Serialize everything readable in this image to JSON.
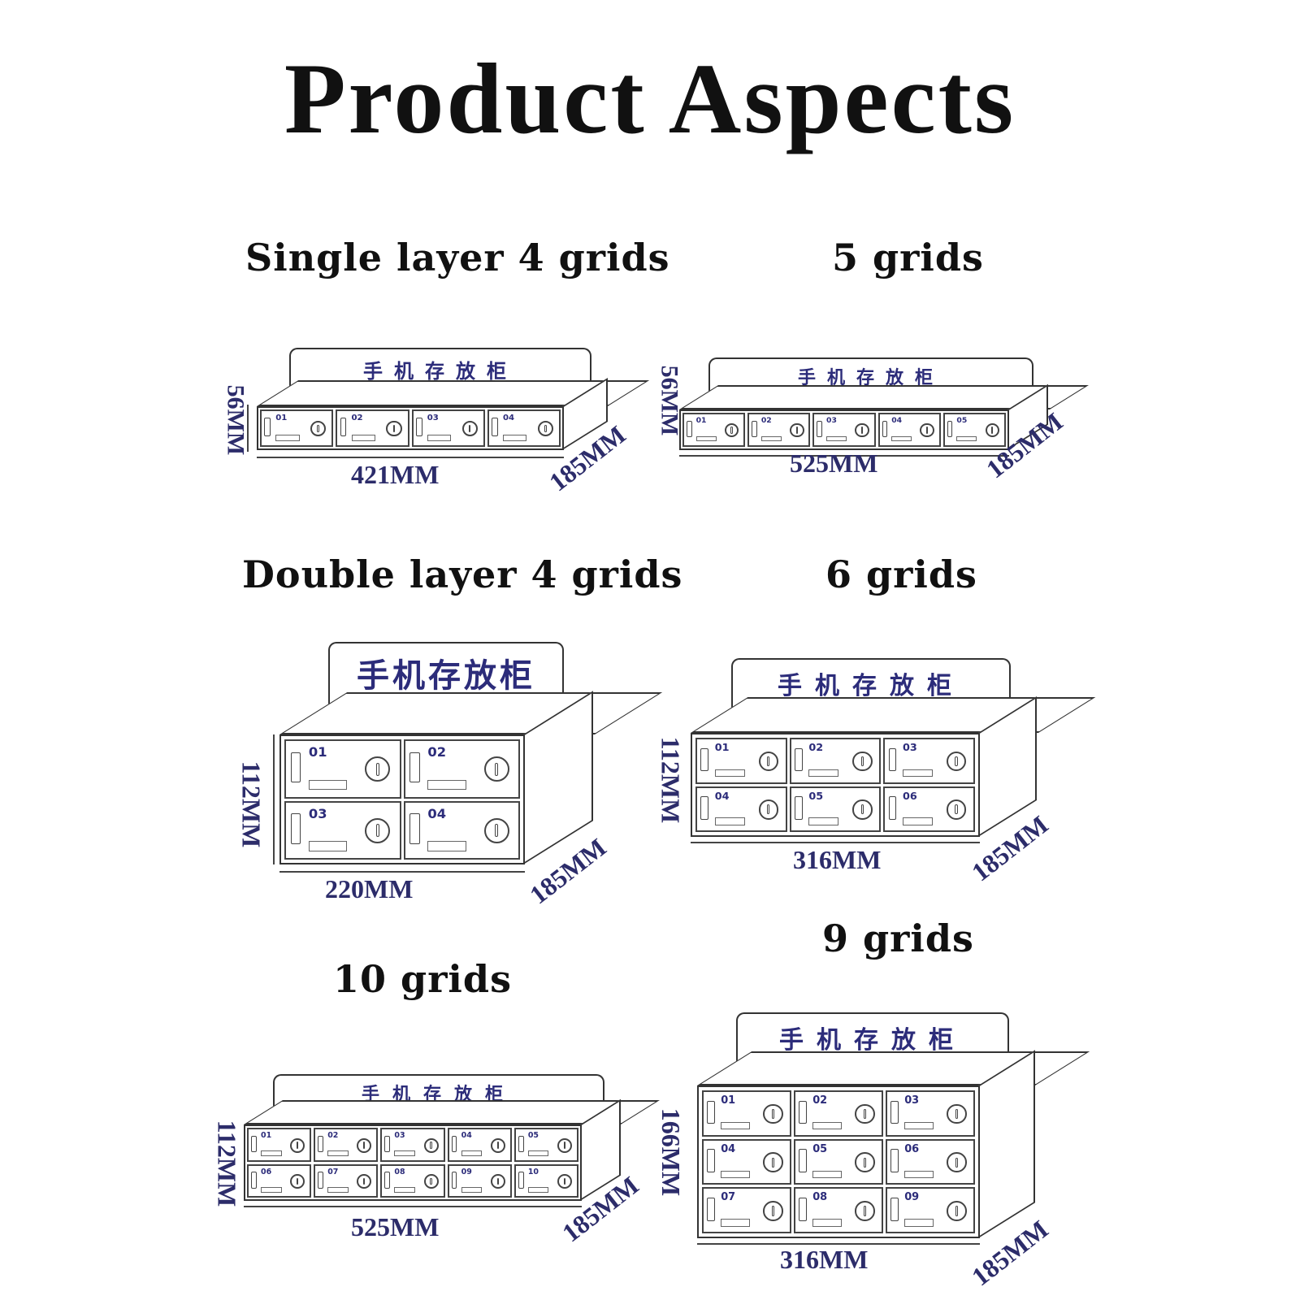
{
  "title": "Product Aspects",
  "sign_text": "手机存放柜",
  "sections": [
    {
      "label": "Single layer 4 grids",
      "height": "56MM",
      "width": "421MM",
      "depth": "185MM",
      "cells": [
        "01",
        "02",
        "03",
        "04"
      ]
    },
    {
      "label": "5 grids",
      "height": "56MM",
      "width": "525MM",
      "depth": "185MM",
      "cells": [
        "01",
        "02",
        "03",
        "04",
        "05"
      ]
    },
    {
      "label": "Double layer 4 grids",
      "height": "112MM",
      "width": "220MM",
      "depth": "185MM",
      "cells": [
        "01",
        "02",
        "03",
        "04"
      ]
    },
    {
      "label": "6 grids",
      "height": "112MM",
      "width": "316MM",
      "depth": "185MM",
      "cells": [
        "01",
        "02",
        "03",
        "04",
        "05",
        "06"
      ]
    },
    {
      "label": "10 grids",
      "height": "112MM",
      "width": "525MM",
      "depth": "185MM",
      "cells": [
        "01",
        "02",
        "03",
        "04",
        "05",
        "06",
        "07",
        "08",
        "09",
        "10"
      ]
    },
    {
      "label": "9 grids",
      "height": "166MM",
      "width": "316MM",
      "depth": "185MM",
      "cells": [
        "01",
        "02",
        "03",
        "04",
        "05",
        "06",
        "07",
        "08",
        "09"
      ]
    }
  ]
}
